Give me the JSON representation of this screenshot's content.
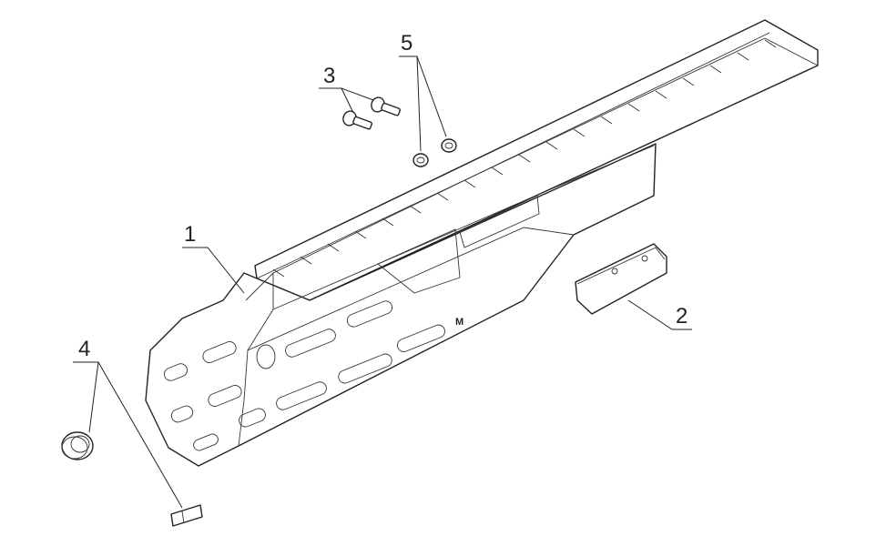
{
  "diagram": {
    "type": "exploded-parts-view",
    "line_color": "#222222",
    "callouts": [
      {
        "id": "part-1",
        "label": "1"
      },
      {
        "id": "part-2",
        "label": "2"
      },
      {
        "id": "part-3",
        "label": "3"
      },
      {
        "id": "part-4",
        "label": "4"
      },
      {
        "id": "part-5",
        "label": "5"
      }
    ]
  }
}
